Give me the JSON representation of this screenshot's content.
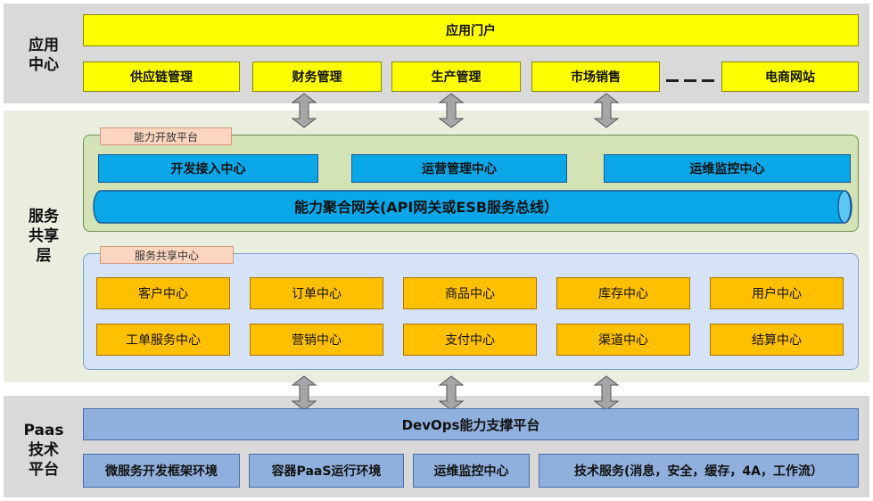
{
  "app_center": {
    "label": "应用\n中心",
    "portal": "应用门户",
    "modules": [
      "供应链管理",
      "财务管理",
      "生产管理",
      "市场销售"
    ],
    "last_module": "电商网站"
  },
  "service_layer": {
    "label": "服务\n共享\n层",
    "capability_platform": {
      "tag": "能力开放平台",
      "centers": [
        "开发接入中心",
        "运营管理中心",
        "运维监控中心"
      ],
      "gateway": "能力聚合网关(API网关或ESB服务总线）"
    },
    "shared_center": {
      "tag": "服务共享中心",
      "row1": [
        "客户中心",
        "订单中心",
        "商品中心",
        "库存中心",
        "用户中心"
      ],
      "row2": [
        "工单服务中心",
        "营销中心",
        "支付中心",
        "渠道中心",
        "结算中心"
      ]
    }
  },
  "paas": {
    "label": "Paas\n技术\n平台",
    "devops": "DevOps能力支撑平台",
    "items": [
      "微服务开发框架环境",
      "容器PaaS运行环境",
      "运维监控中心",
      "技术服务(消息，安全，缓存，4A，工作流）"
    ]
  },
  "colors": {
    "yellow": "#ffff00",
    "blue": "#0aa7e8",
    "orange": "#ffc000",
    "steel": "#8fb0dd",
    "arrow": "#a6a6a6"
  }
}
